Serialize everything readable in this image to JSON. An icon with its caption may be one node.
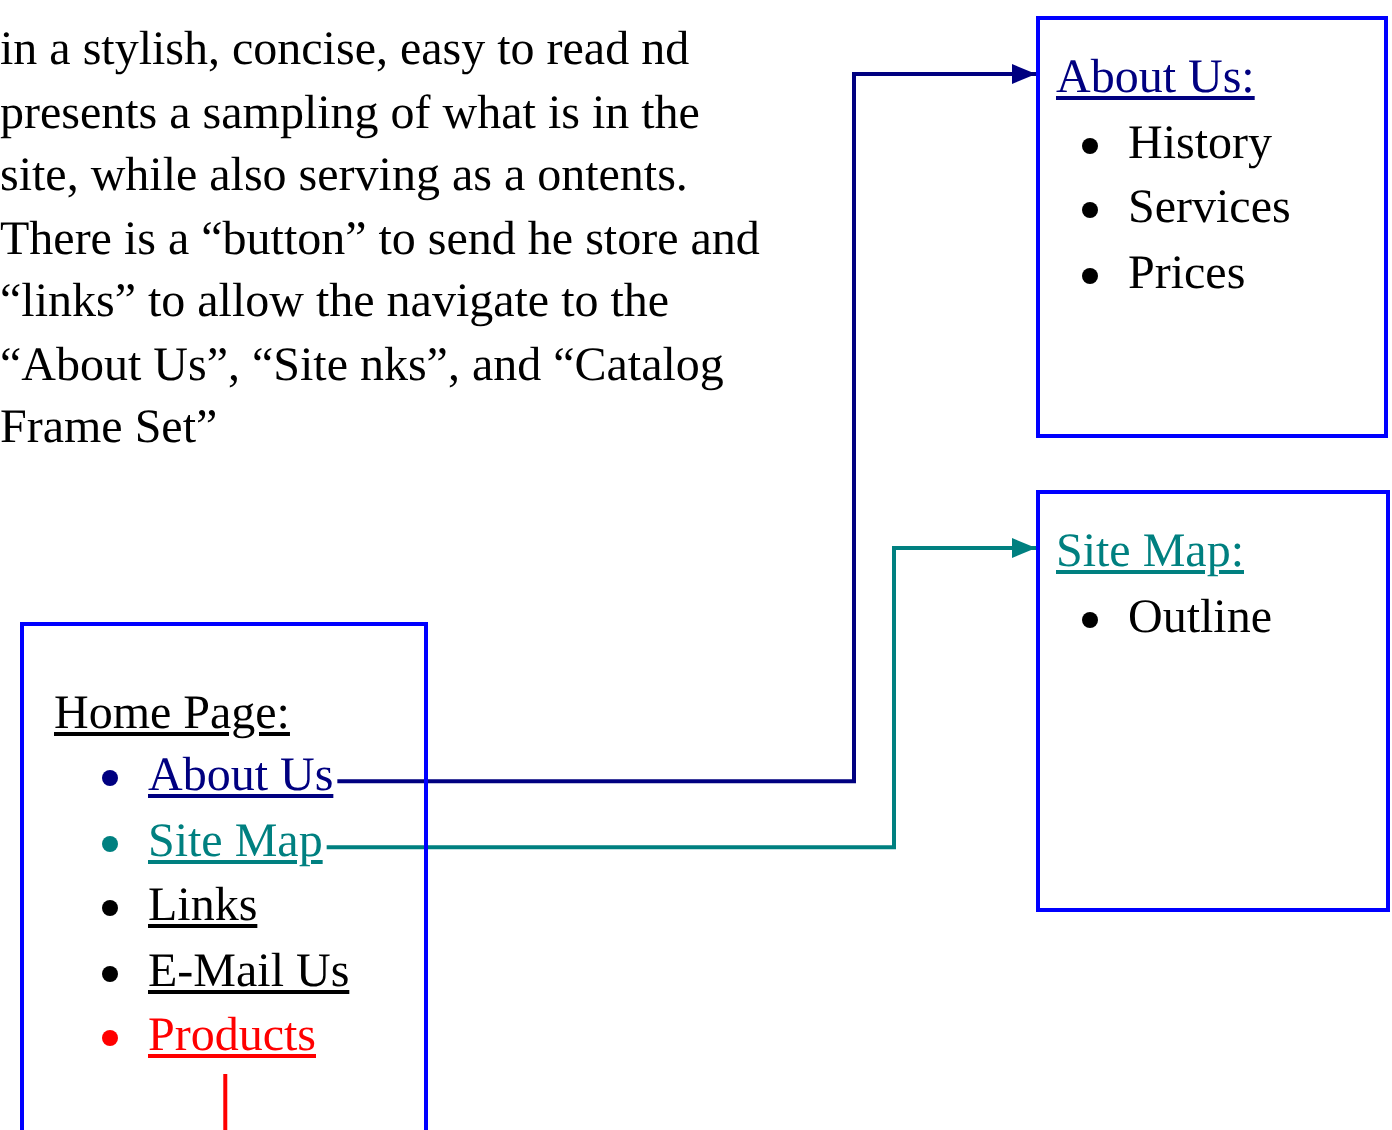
{
  "diagram": {
    "nodes": [
      {
        "text": [
          "Home Page:"
        ]
      },
      {
        "text": [
          "About Us"
        ],
        "in": 0
      },
      {
        "text": [
          "Site Map"
        ],
        "in": 0
      },
      {
        "text": [
          "Links"
        ],
        "in": 0
      },
      {
        "text": [
          "E-Mail Us"
        ],
        "in": 0
      },
      {
        "text": [
          "Products"
        ],
        "in": 0
      },
      {
        "text": [
          "About Us:",
          "History",
          "Services",
          "Prices"
        ]
      },
      {
        "text": [
          "Site Map:",
          "Outline"
        ]
      }
    ],
    "edges": [
      {
        "from": 1,
        "to": 6,
        "arrow": "to",
        "color": "#000080"
      },
      {
        "from": 2,
        "to": 7,
        "arrow": "to",
        "color": "#008080"
      },
      {
        "from": 5,
        "to": null,
        "arrow": "none",
        "color": "#ff0000"
      }
    ],
    "labels": [
      "in a stylish, concise, easy to read nd presents a sampling of what is in the site, while also serving as a ontents.  There is a “button” to send he store and “links” to allow the navigate to the “About Us”, “Site nks”, and “Catalog Frame Set”"
    ]
  }
}
